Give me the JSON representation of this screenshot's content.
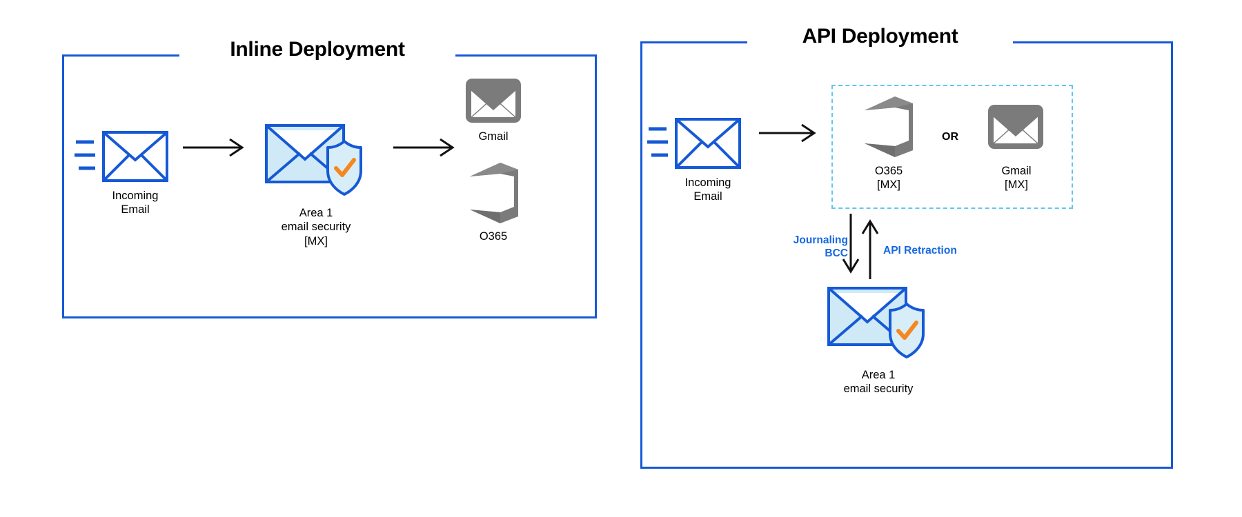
{
  "colors": {
    "panel_border": "#1559d6",
    "envelope_blue": "#1559d6",
    "envelope_fill": "#cfeaf6",
    "shield_fill": "#d7eef8",
    "check_orange": "#f6871f",
    "gray_icon": "#7b7b7b",
    "dashed_cyan": "#5fc8ee",
    "link_blue": "#1668e3",
    "arrow_black": "#111111",
    "text_black": "#000000"
  },
  "panels": [
    {
      "id": "inline",
      "title": "Inline Deployment",
      "nodes": [
        {
          "name": "incoming-email",
          "icon": "envelope-incoming-icon",
          "label": [
            "Incoming",
            "Email"
          ]
        },
        {
          "name": "area1-mx",
          "icon": "envelope-shield-icon",
          "label": [
            "Area 1",
            "email security",
            "[MX]"
          ]
        },
        {
          "name": "gmail",
          "icon": "gmail-icon",
          "label": [
            "Gmail"
          ]
        },
        {
          "name": "o365",
          "icon": "o365-icon",
          "label": [
            "O365"
          ]
        }
      ],
      "arrows": [
        {
          "name": "arrow-incoming-to-area1",
          "direction": "right"
        },
        {
          "name": "arrow-area1-to-mailboxes",
          "direction": "right"
        }
      ]
    },
    {
      "id": "api",
      "title": "API Deployment",
      "nodes": [
        {
          "name": "incoming-email",
          "icon": "envelope-incoming-icon",
          "label": [
            "Incoming",
            "Email"
          ]
        },
        {
          "name": "o365-mx",
          "icon": "o365-icon",
          "label": [
            "O365",
            "[MX]"
          ]
        },
        {
          "name": "or-separator",
          "icon": "",
          "label": [
            "OR"
          ]
        },
        {
          "name": "gmail-mx",
          "icon": "gmail-icon",
          "label": [
            "Gmail",
            "[MX]"
          ]
        },
        {
          "name": "area1",
          "icon": "envelope-shield-icon",
          "label": [
            "Area 1",
            "email security"
          ]
        }
      ],
      "flow_labels": [
        {
          "name": "journaling-bcc-label",
          "lines": [
            "Journaling",
            "BCC"
          ]
        },
        {
          "name": "api-retraction-label",
          "lines": [
            "API Retraction"
          ]
        }
      ],
      "arrows": [
        {
          "name": "arrow-incoming-to-mailbox",
          "direction": "right"
        },
        {
          "name": "arrow-journaling-down",
          "direction": "down"
        },
        {
          "name": "arrow-retraction-up",
          "direction": "up"
        }
      ]
    }
  ],
  "text": {
    "inline_title": "Inline Deployment",
    "api_title": "API Deployment",
    "incoming_line1": "Incoming",
    "incoming_line2": "Email",
    "area1_line1": "Area 1",
    "area1_line2": "email security",
    "area1_line3": "[MX]",
    "gmail": "Gmail",
    "o365": "O365",
    "mx_bracket": "[MX]",
    "or": "OR",
    "journaling_line1": "Journaling",
    "journaling_line2": "BCC",
    "api_retraction": "API Retraction"
  }
}
